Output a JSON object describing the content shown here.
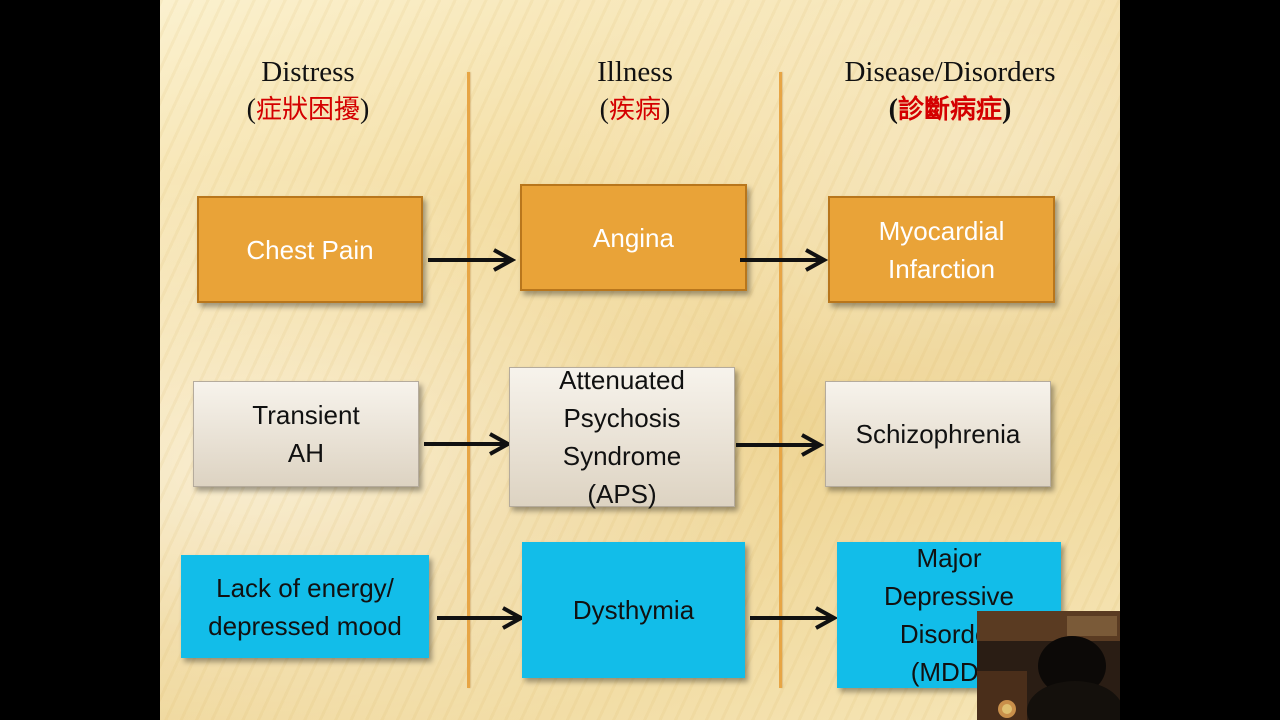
{
  "headers": {
    "distress_en": "Distress",
    "distress_zh": "症狀困擾",
    "illness_en": "Illness",
    "illness_zh": "疾病",
    "disease_en": "Disease/Disorders",
    "disease_zh": "診斷病症"
  },
  "rows": {
    "cardiac": {
      "distress": "Chest Pain",
      "illness": "Angina",
      "disease_line1": "Myocardial",
      "disease_line2": "Infarction"
    },
    "psychosis": {
      "distress_line1": "Transient",
      "distress_line2": "AH",
      "illness_line1": "Attenuated",
      "illness_line2": "Psychosis",
      "illness_line3": "Syndrome",
      "illness_line4": "(APS)",
      "disease": "Schizophrenia"
    },
    "depression": {
      "distress_line1": "Lack of energy/",
      "distress_line2": "depressed mood",
      "illness": "Dysthymia",
      "disease_line1": "Major",
      "disease_line2": "Depressive",
      "disease_line3": "Disorder",
      "disease_line4": "(MDD)"
    }
  },
  "colors": {
    "orange_box": "#e9a338",
    "gray_box": "#ddd3c2",
    "blue_box": "#12bde9",
    "divider": "#e7a545",
    "chinese_text": "#d40000"
  }
}
